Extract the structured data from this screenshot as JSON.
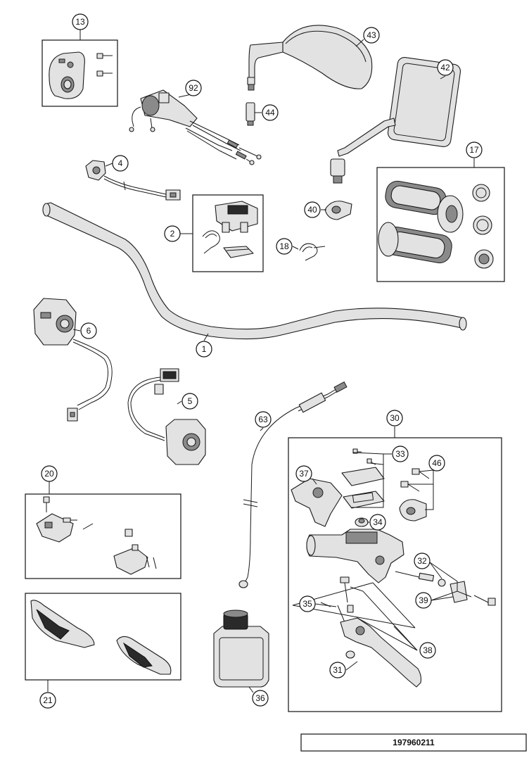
{
  "callouts": {
    "c13": "13",
    "c92": "92",
    "c43": "43",
    "c42": "42",
    "c44": "44",
    "c4": "4",
    "c17": "17",
    "c2": "2",
    "c40": "40",
    "c18": "18",
    "c1": "1",
    "c6": "6",
    "c5": "5",
    "c63": "63",
    "c30": "30",
    "c33": "33",
    "c37": "37",
    "c46": "46",
    "c34": "34",
    "c20": "20",
    "c32": "32",
    "c39": "39",
    "c35": "35",
    "c38": "38",
    "c31": "31",
    "c21": "21",
    "c36": "36"
  },
  "document_number": "197960211"
}
